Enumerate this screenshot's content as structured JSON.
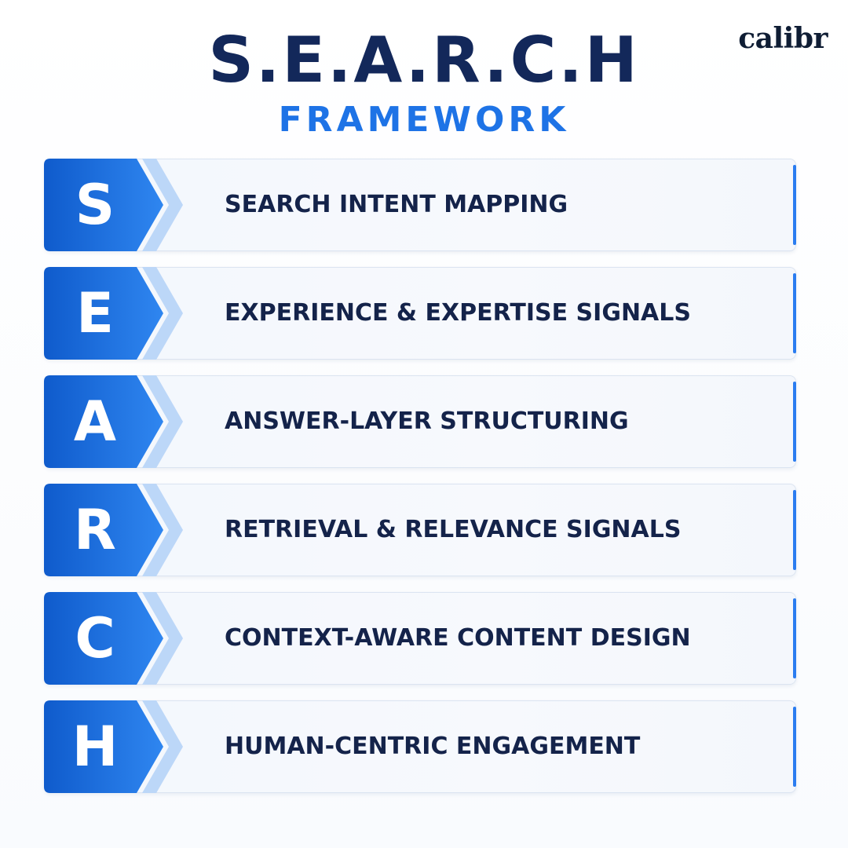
{
  "brand": {
    "logo_text": "calibr"
  },
  "header": {
    "title": "S.E.A.R.C.H",
    "subtitle": "FRAMEWORK"
  },
  "colors": {
    "title": "#13285a",
    "accent": "#1e73e6",
    "chevron_dark": "#0f5bcc",
    "chevron_light": "#2f86f0",
    "chevron_outline": "#bcd7f8",
    "label_text": "#14234a",
    "row_bg": "#f5f8fd"
  },
  "items": [
    {
      "letter": "S",
      "label": "SEARCH INTENT MAPPING"
    },
    {
      "letter": "E",
      "label": "EXPERIENCE & EXPERTISE SIGNALS"
    },
    {
      "letter": "A",
      "label": "ANSWER-LAYER STRUCTURING"
    },
    {
      "letter": "R",
      "label": "RETRIEVAL & RELEVANCE SIGNALS"
    },
    {
      "letter": "C",
      "label": "CONTEXT-AWARE CONTENT DESIGN"
    },
    {
      "letter": "H",
      "label": "HUMAN-CENTRIC ENGAGEMENT"
    }
  ]
}
